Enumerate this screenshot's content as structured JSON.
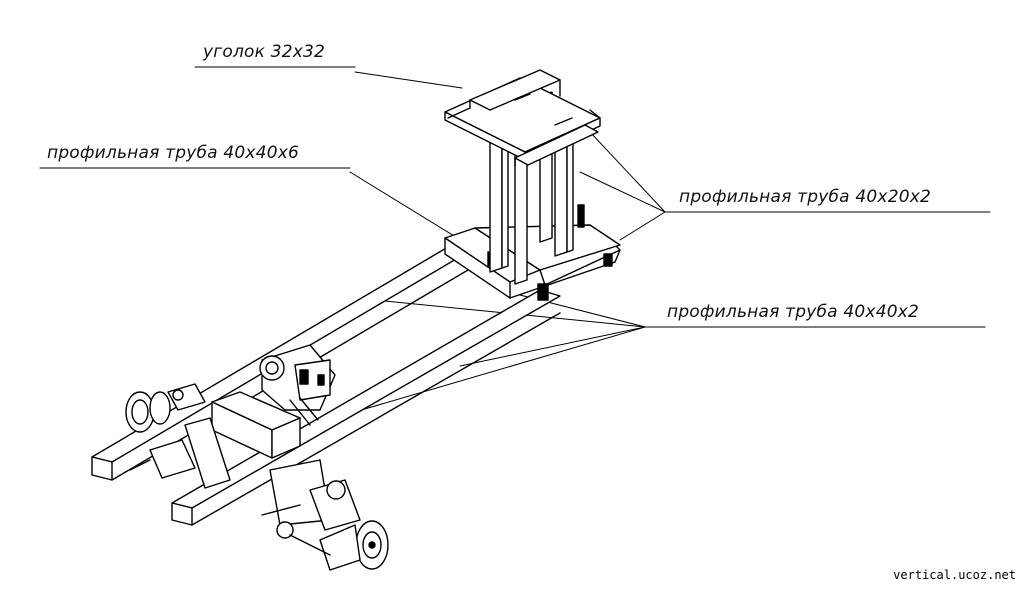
{
  "labels": {
    "angle": "уголок 32x32",
    "tube_40x40x6": "профильная труба 40x40x6",
    "tube_40x20x2": "профильная труба 40x20x2",
    "tube_40x40x2": "профильная труба 40x40x2"
  },
  "watermark": "vertical.ucoz.net"
}
